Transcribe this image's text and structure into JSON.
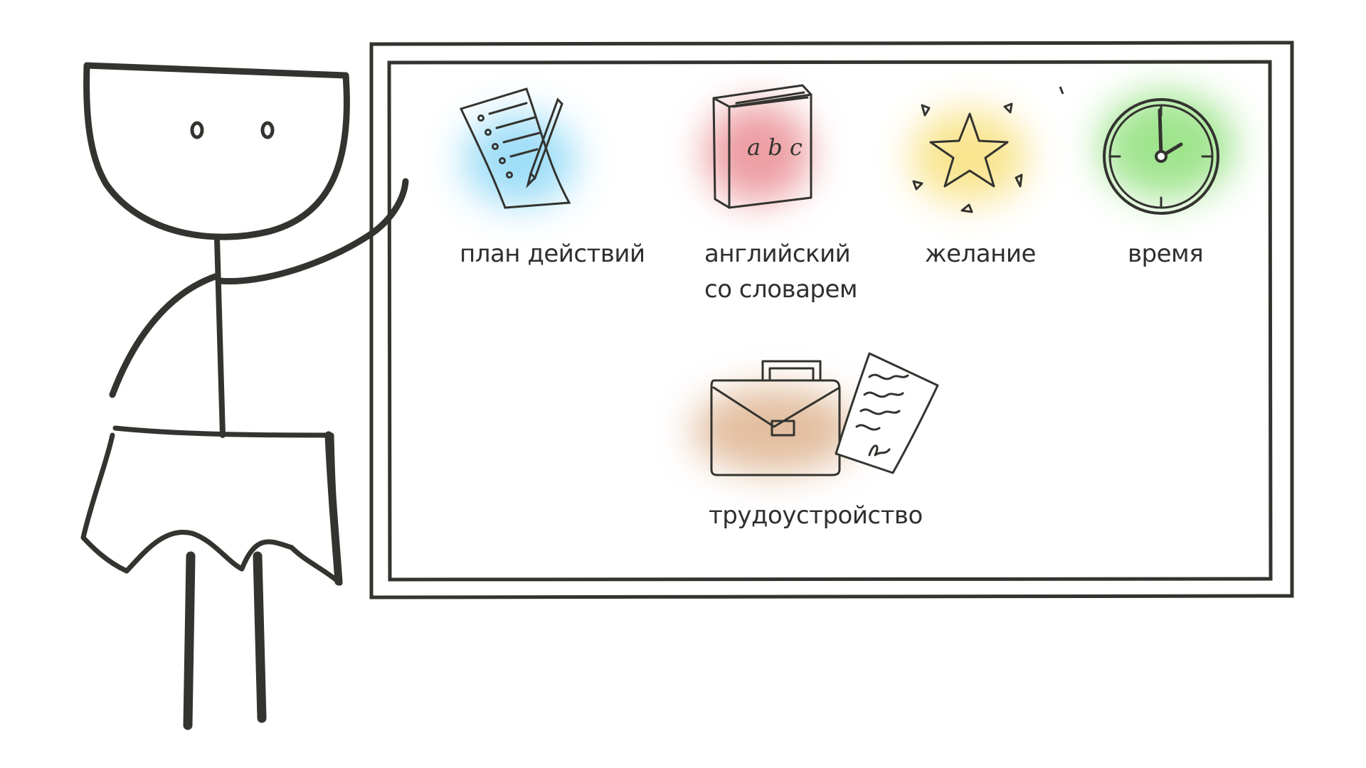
{
  "board": {
    "items": [
      {
        "id": "plan",
        "label": "план действий",
        "icon": "checklist-pencil-icon",
        "color": "#7fd3f5"
      },
      {
        "id": "english",
        "label_line1": "английский",
        "label_line2": "со словарем",
        "icon": "abc-book-icon",
        "color": "#e8868c"
      },
      {
        "id": "wish",
        "label": "желание",
        "icon": "star-icon",
        "color": "#f8e07a"
      },
      {
        "id": "time",
        "label": "время",
        "icon": "clock-icon",
        "color": "#8fe07a"
      },
      {
        "id": "job",
        "label": "трудоустройство",
        "icon": "briefcase-document-icon",
        "color": "#dcae88"
      }
    ],
    "book_letters": "a b c"
  },
  "colors": {
    "ink": "#33332f",
    "background": "#ffffff"
  }
}
